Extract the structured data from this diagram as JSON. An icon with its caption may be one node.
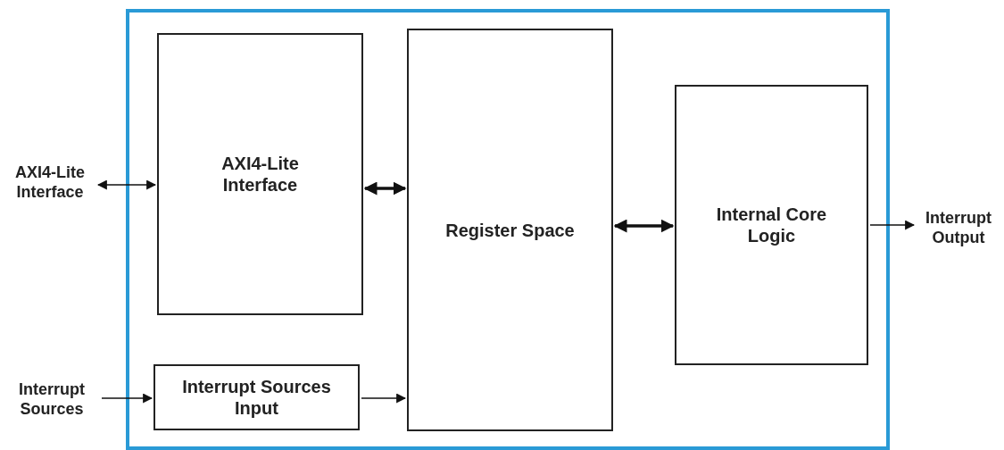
{
  "diagram": {
    "nodes": [
      {
        "text": [],
        "shape": "box"
      },
      {
        "text": [
          "AXI4-Lite Interface"
        ],
        "in": 0
      },
      {
        "text": [
          "Register Space"
        ],
        "in": 0
      },
      {
        "text": [
          "Internal Core Logic"
        ],
        "in": 0
      },
      {
        "text": [
          "Interrupt Sources Input"
        ],
        "in": 0
      },
      {
        "text": [
          "AXI4-Lite Interface"
        ]
      },
      {
        "text": [
          "Interrupt Sources"
        ]
      },
      {
        "text": [
          "Interrupt Output"
        ]
      }
    ],
    "edges": [
      {
        "from": 5,
        "to": 1,
        "arrow": "both"
      },
      {
        "from": 1,
        "to": 2,
        "arrow": "both",
        "style": "thick"
      },
      {
        "from": 2,
        "to": 3,
        "arrow": "both",
        "style": "thick"
      },
      {
        "from": 3,
        "to": 7,
        "arrow": "to"
      },
      {
        "from": 6,
        "to": 4,
        "arrow": "to"
      },
      {
        "from": 4,
        "to": 2,
        "arrow": "to"
      }
    ]
  }
}
